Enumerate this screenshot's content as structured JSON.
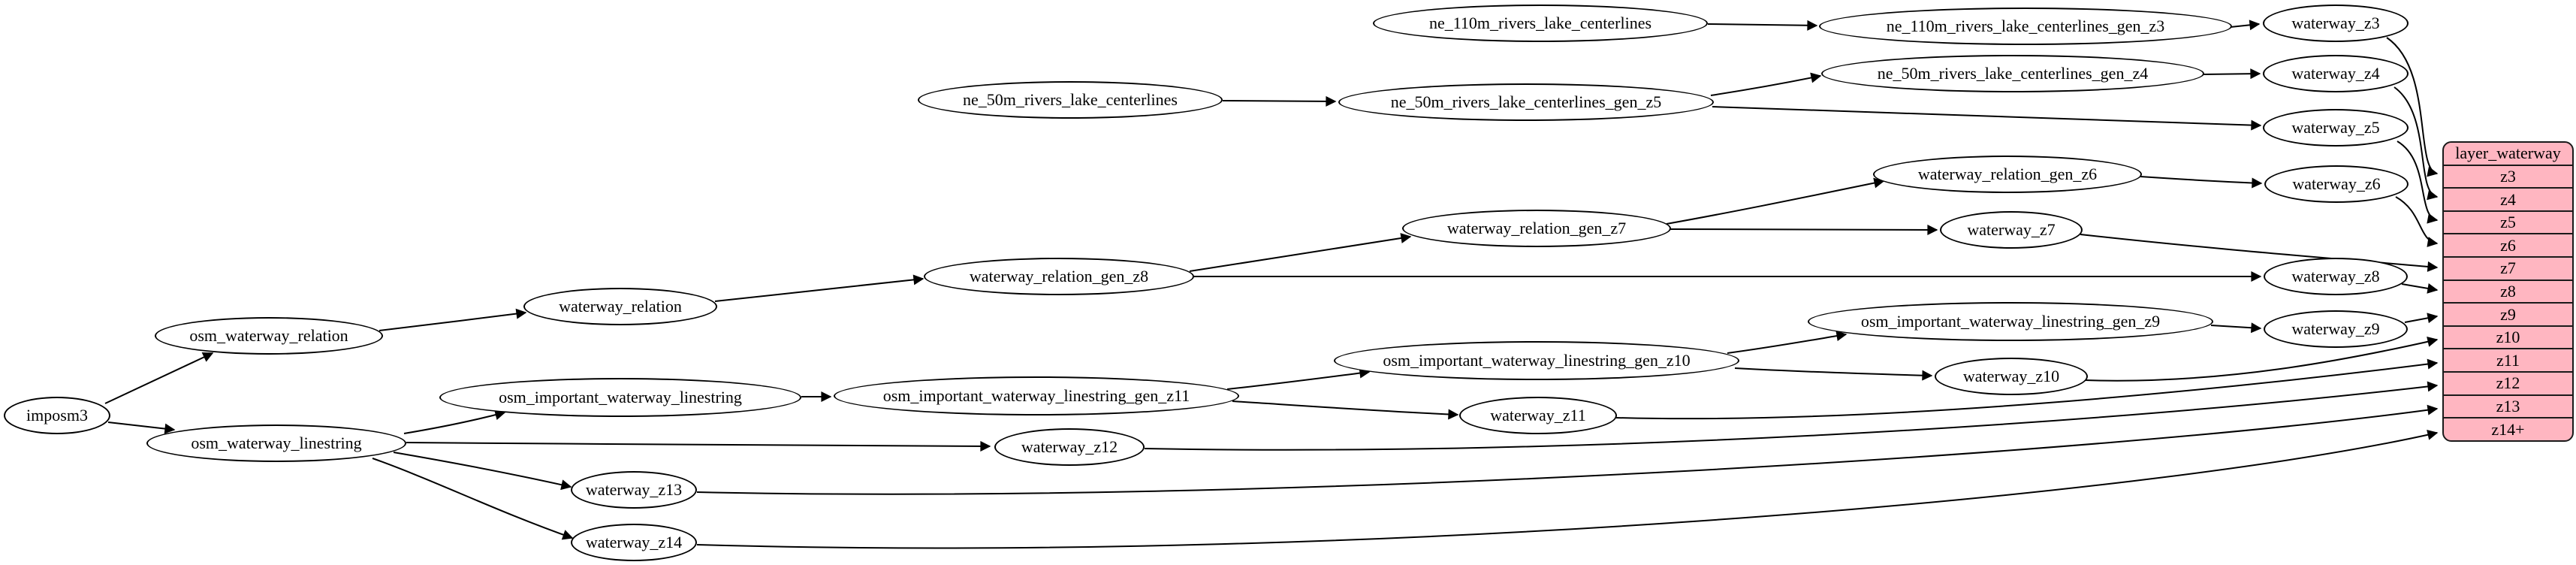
{
  "diagram": {
    "nodes": [
      {
        "id": "imposm3",
        "label": "imposm3"
      },
      {
        "id": "osm_waterway_relation",
        "label": "osm_waterway_relation"
      },
      {
        "id": "osm_waterway_linestring",
        "label": "osm_waterway_linestring"
      },
      {
        "id": "waterway_relation",
        "label": "waterway_relation"
      },
      {
        "id": "osm_important_waterway_linestring",
        "label": "osm_important_waterway_linestring"
      },
      {
        "id": "waterway_z13",
        "label": "waterway_z13"
      },
      {
        "id": "waterway_z14",
        "label": "waterway_z14"
      },
      {
        "id": "waterway_relation_gen_z8",
        "label": "waterway_relation_gen_z8"
      },
      {
        "id": "osm_important_waterway_linestring_gen_z11",
        "label": "osm_important_waterway_linestring_gen_z11"
      },
      {
        "id": "waterway_z12",
        "label": "waterway_z12"
      },
      {
        "id": "ne_50m_rivers_lake_centerlines",
        "label": "ne_50m_rivers_lake_centerlines"
      },
      {
        "id": "ne_110m_rivers_lake_centerlines",
        "label": "ne_110m_rivers_lake_centerlines"
      },
      {
        "id": "ne_50m_rivers_lake_centerlines_gen_z5",
        "label": "ne_50m_rivers_lake_centerlines_gen_z5"
      },
      {
        "id": "waterway_relation_gen_z7",
        "label": "waterway_relation_gen_z7"
      },
      {
        "id": "osm_important_waterway_linestring_gen_z10",
        "label": "osm_important_waterway_linestring_gen_z10"
      },
      {
        "id": "waterway_z11",
        "label": "waterway_z11"
      },
      {
        "id": "ne_110m_rivers_lake_centerlines_gen_z3",
        "label": "ne_110m_rivers_lake_centerlines_gen_z3"
      },
      {
        "id": "ne_50m_rivers_lake_centerlines_gen_z4",
        "label": "ne_50m_rivers_lake_centerlines_gen_z4"
      },
      {
        "id": "waterway_relation_gen_z6",
        "label": "waterway_relation_gen_z6"
      },
      {
        "id": "osm_important_waterway_linestring_gen_z9",
        "label": "osm_important_waterway_linestring_gen_z9"
      },
      {
        "id": "waterway_z7",
        "label": "waterway_z7"
      },
      {
        "id": "waterway_z10",
        "label": "waterway_z10"
      },
      {
        "id": "waterway_z3",
        "label": "waterway_z3"
      },
      {
        "id": "waterway_z4",
        "label": "waterway_z4"
      },
      {
        "id": "waterway_z5",
        "label": "waterway_z5"
      },
      {
        "id": "waterway_z6",
        "label": "waterway_z6"
      },
      {
        "id": "waterway_z8",
        "label": "waterway_z8"
      },
      {
        "id": "waterway_z9",
        "label": "waterway_z9"
      }
    ],
    "edges": [
      {
        "from": "imposm3",
        "to": "osm_waterway_relation"
      },
      {
        "from": "imposm3",
        "to": "osm_waterway_linestring"
      },
      {
        "from": "osm_waterway_relation",
        "to": "waterway_relation"
      },
      {
        "from": "waterway_relation",
        "to": "waterway_relation_gen_z8"
      },
      {
        "from": "waterway_relation_gen_z8",
        "to": "waterway_relation_gen_z7"
      },
      {
        "from": "waterway_relation_gen_z8",
        "to": "waterway_z8"
      },
      {
        "from": "waterway_relation_gen_z7",
        "to": "waterway_relation_gen_z6"
      },
      {
        "from": "waterway_relation_gen_z7",
        "to": "waterway_z7"
      },
      {
        "from": "waterway_relation_gen_z6",
        "to": "waterway_z6"
      },
      {
        "from": "ne_110m_rivers_lake_centerlines",
        "to": "ne_110m_rivers_lake_centerlines_gen_z3"
      },
      {
        "from": "ne_110m_rivers_lake_centerlines_gen_z3",
        "to": "waterway_z3"
      },
      {
        "from": "ne_50m_rivers_lake_centerlines",
        "to": "ne_50m_rivers_lake_centerlines_gen_z5"
      },
      {
        "from": "ne_50m_rivers_lake_centerlines_gen_z5",
        "to": "ne_50m_rivers_lake_centerlines_gen_z4"
      },
      {
        "from": "ne_50m_rivers_lake_centerlines_gen_z4",
        "to": "waterway_z4"
      },
      {
        "from": "ne_50m_rivers_lake_centerlines_gen_z5",
        "to": "waterway_z5"
      },
      {
        "from": "osm_waterway_linestring",
        "to": "osm_important_waterway_linestring"
      },
      {
        "from": "osm_important_waterway_linestring",
        "to": "osm_important_waterway_linestring_gen_z11"
      },
      {
        "from": "osm_important_waterway_linestring_gen_z11",
        "to": "osm_important_waterway_linestring_gen_z10"
      },
      {
        "from": "osm_important_waterway_linestring_gen_z11",
        "to": "waterway_z11"
      },
      {
        "from": "osm_important_waterway_linestring_gen_z10",
        "to": "osm_important_waterway_linestring_gen_z9"
      },
      {
        "from": "osm_important_waterway_linestring_gen_z10",
        "to": "waterway_z10"
      },
      {
        "from": "osm_important_waterway_linestring_gen_z9",
        "to": "waterway_z9"
      },
      {
        "from": "osm_waterway_linestring",
        "to": "waterway_z12"
      },
      {
        "from": "osm_waterway_linestring",
        "to": "waterway_z13"
      },
      {
        "from": "osm_waterway_linestring",
        "to": "waterway_z14"
      },
      {
        "from": "waterway_z3",
        "to": "layer_waterway:z3"
      },
      {
        "from": "waterway_z4",
        "to": "layer_waterway:z4"
      },
      {
        "from": "waterway_z5",
        "to": "layer_waterway:z5"
      },
      {
        "from": "waterway_z6",
        "to": "layer_waterway:z6"
      },
      {
        "from": "waterway_z7",
        "to": "layer_waterway:z7"
      },
      {
        "from": "waterway_z8",
        "to": "layer_waterway:z8"
      },
      {
        "from": "waterway_z9",
        "to": "layer_waterway:z9"
      },
      {
        "from": "waterway_z10",
        "to": "layer_waterway:z10"
      },
      {
        "from": "waterway_z11",
        "to": "layer_waterway:z11"
      },
      {
        "from": "waterway_z12",
        "to": "layer_waterway:z12"
      },
      {
        "from": "waterway_z13",
        "to": "layer_waterway:z13"
      },
      {
        "from": "waterway_z14",
        "to": "layer_waterway:z14+"
      }
    ],
    "table": {
      "title": "layer_waterway",
      "rows": [
        "z3",
        "z4",
        "z5",
        "z6",
        "z7",
        "z8",
        "z9",
        "z10",
        "z11",
        "z12",
        "z13",
        "z14+"
      ]
    },
    "colors": {
      "table_fill": "#ffb6c1",
      "table_stroke": "#1a1a1a",
      "node_fill": "#ffffff",
      "node_stroke": "#000000",
      "edge_color": "#000000",
      "background": "#ffffff"
    }
  }
}
